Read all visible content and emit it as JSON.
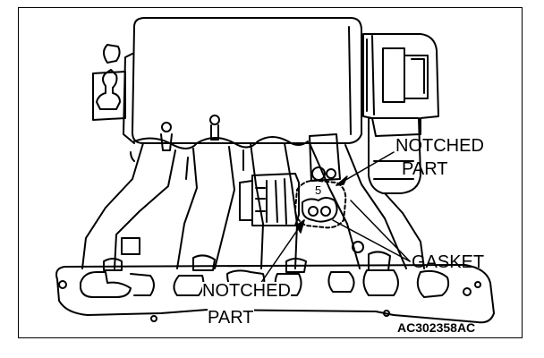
{
  "labels": {
    "notched_part_upper_line1": "NOTCHED",
    "notched_part_upper_line2": "PART",
    "gasket": "GASKET",
    "notched_part_lower_line1": "NOTCHED",
    "notched_part_lower_line2": "PART"
  },
  "figure_code": "AC302358AC",
  "colors": {
    "ink": "#000000",
    "paper": "#ffffff"
  }
}
